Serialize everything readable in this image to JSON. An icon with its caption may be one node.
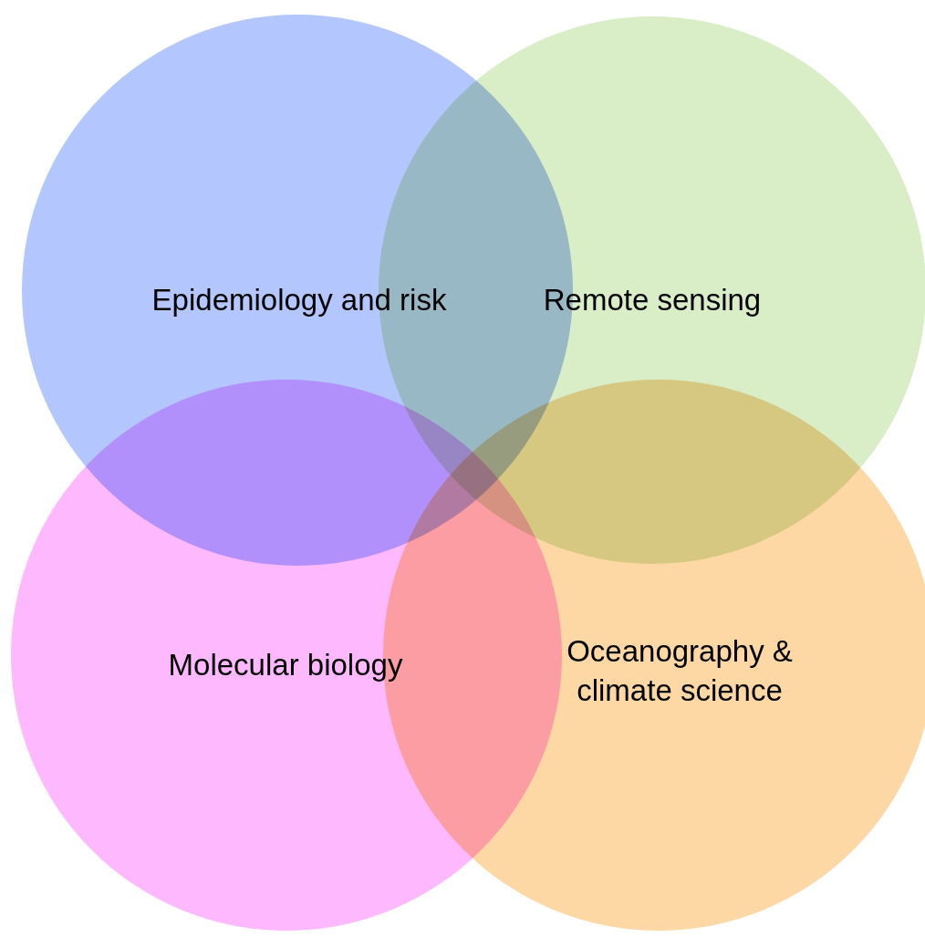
{
  "diagram": {
    "nodes": [
      {
        "text": [
          "Epidemiology and risk"
        ]
      },
      {
        "text": [
          "Remote sensing"
        ]
      },
      {
        "text": [
          "Molecular biology"
        ]
      },
      {
        "text": [
          "Oceanography & climate science"
        ]
      }
    ]
  }
}
